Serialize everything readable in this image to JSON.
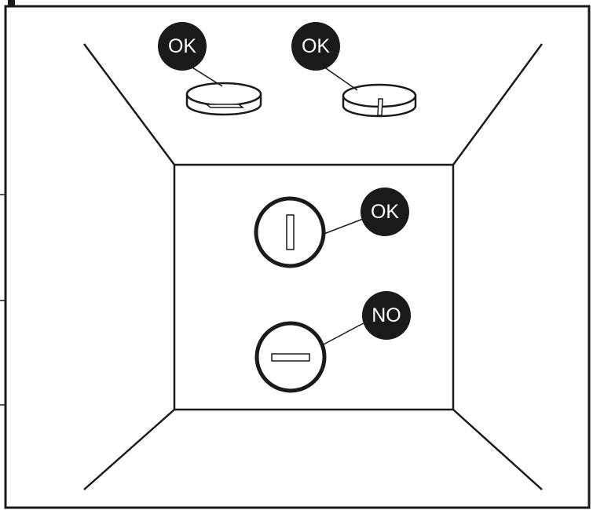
{
  "diagram": {
    "labels": {
      "ceiling_left": "OK",
      "ceiling_right": "OK",
      "wall_vertical": "OK",
      "wall_horizontal": "NO"
    },
    "colors": {
      "line": "#1a1a1a",
      "badge_fill": "#1a1a1a",
      "badge_text": "#ffffff",
      "background": "#ffffff"
    }
  }
}
